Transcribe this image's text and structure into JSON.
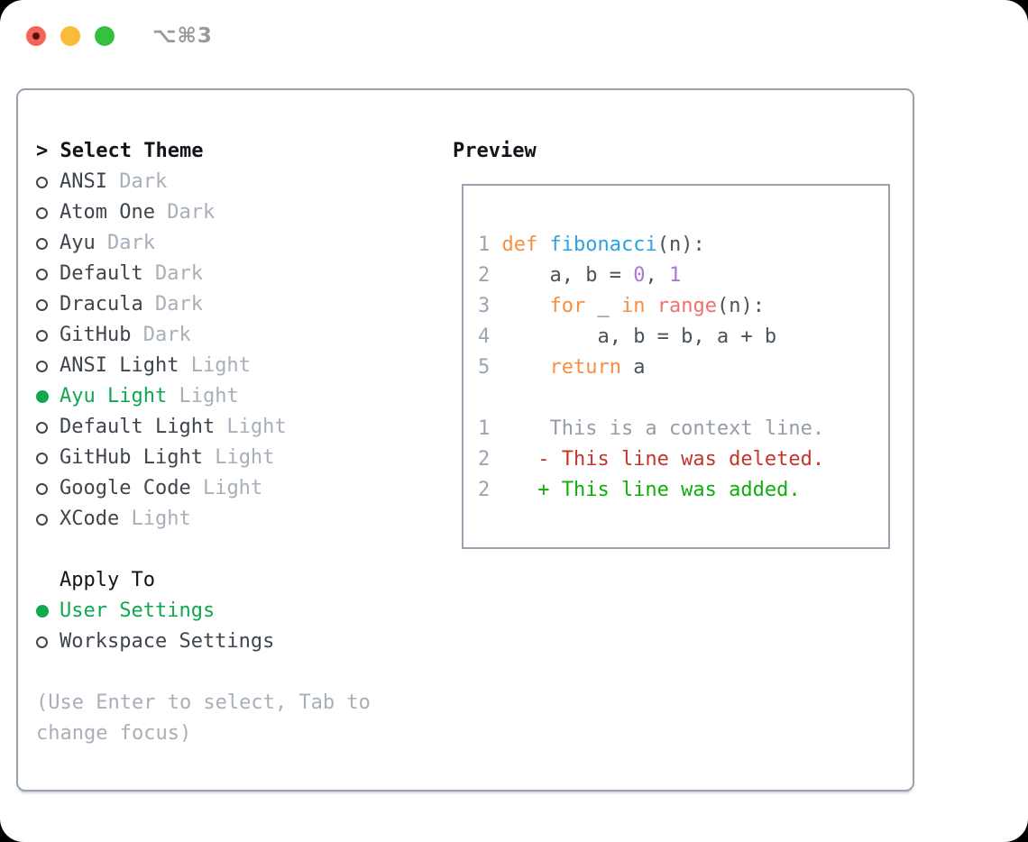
{
  "window": {
    "title": "⌥⌘3"
  },
  "traffic_lights": {
    "close": "#f4645a",
    "close_dot": "#5c1210",
    "minimize": "#f8bc38",
    "zoom": "#33c13e"
  },
  "colors": {
    "keyword": "#fa8d3e",
    "func": "#29a3e3",
    "special": "#f07171",
    "number": "#a876d8",
    "code": "#4a525a",
    "lineno": "#9aa5b1",
    "context": "#959ea8",
    "deleted": "#c5362a",
    "added": "#0fae0f",
    "selected": "#10a84e",
    "item_text": "#3e454d",
    "variant_text": "#a7afb9",
    "panel_border": "#9aa2ae"
  },
  "theme_list": {
    "prompt": ">",
    "header": "Select Theme",
    "items": [
      {
        "name": "ANSI",
        "variant": "Dark",
        "selected": false
      },
      {
        "name": "Atom One",
        "variant": "Dark",
        "selected": false
      },
      {
        "name": "Ayu",
        "variant": "Dark",
        "selected": false
      },
      {
        "name": "Default",
        "variant": "Dark",
        "selected": false
      },
      {
        "name": "Dracula",
        "variant": "Dark",
        "selected": false
      },
      {
        "name": "GitHub",
        "variant": "Dark",
        "selected": false
      },
      {
        "name": "ANSI Light",
        "variant": "Light",
        "selected": false
      },
      {
        "name": "Ayu Light",
        "variant": "Light",
        "selected": true
      },
      {
        "name": "Default Light",
        "variant": "Light",
        "selected": false
      },
      {
        "name": "GitHub Light",
        "variant": "Light",
        "selected": false
      },
      {
        "name": "Google Code",
        "variant": "Light",
        "selected": false
      },
      {
        "name": "XCode",
        "variant": "Light",
        "selected": false
      }
    ]
  },
  "apply_to": {
    "header": "Apply To",
    "options": [
      {
        "label": "User Settings",
        "selected": true
      },
      {
        "label": "Workspace Settings",
        "selected": false
      }
    ]
  },
  "hint": {
    "line1": "(Use Enter to select, Tab to",
    "line2": "change focus)"
  },
  "preview": {
    "title": "Preview",
    "lines": [
      [],
      [
        {
          "t": "1 ",
          "c": "lineno"
        },
        {
          "t": "def",
          "c": "keyword"
        },
        {
          "t": " ",
          "c": "code"
        },
        {
          "t": "fibonacci",
          "c": "func"
        },
        {
          "t": "(n):",
          "c": "code"
        }
      ],
      [
        {
          "t": "2 ",
          "c": "lineno"
        },
        {
          "t": "    a, b = ",
          "c": "code"
        },
        {
          "t": "0",
          "c": "number"
        },
        {
          "t": ", ",
          "c": "code"
        },
        {
          "t": "1",
          "c": "number"
        }
      ],
      [
        {
          "t": "3 ",
          "c": "lineno"
        },
        {
          "t": "    ",
          "c": "code"
        },
        {
          "t": "for",
          "c": "keyword"
        },
        {
          "t": " _ ",
          "c": "code"
        },
        {
          "t": "in",
          "c": "keyword"
        },
        {
          "t": " ",
          "c": "code"
        },
        {
          "t": "range",
          "c": "special"
        },
        {
          "t": "(n):",
          "c": "code"
        }
      ],
      [
        {
          "t": "4 ",
          "c": "lineno"
        },
        {
          "t": "        a, b = b, a + b",
          "c": "code"
        }
      ],
      [
        {
          "t": "5 ",
          "c": "lineno"
        },
        {
          "t": "    ",
          "c": "code"
        },
        {
          "t": "return",
          "c": "keyword"
        },
        {
          "t": " a",
          "c": "code"
        }
      ],
      [],
      [
        {
          "t": "1",
          "c": "lineno"
        },
        {
          "t": "     This is a context line.",
          "c": "context"
        }
      ],
      [
        {
          "t": "2",
          "c": "lineno"
        },
        {
          "t": "    - This line was deleted.",
          "c": "deleted"
        }
      ],
      [
        {
          "t": "2",
          "c": "lineno"
        },
        {
          "t": "    + This line was added.",
          "c": "added"
        }
      ]
    ]
  }
}
